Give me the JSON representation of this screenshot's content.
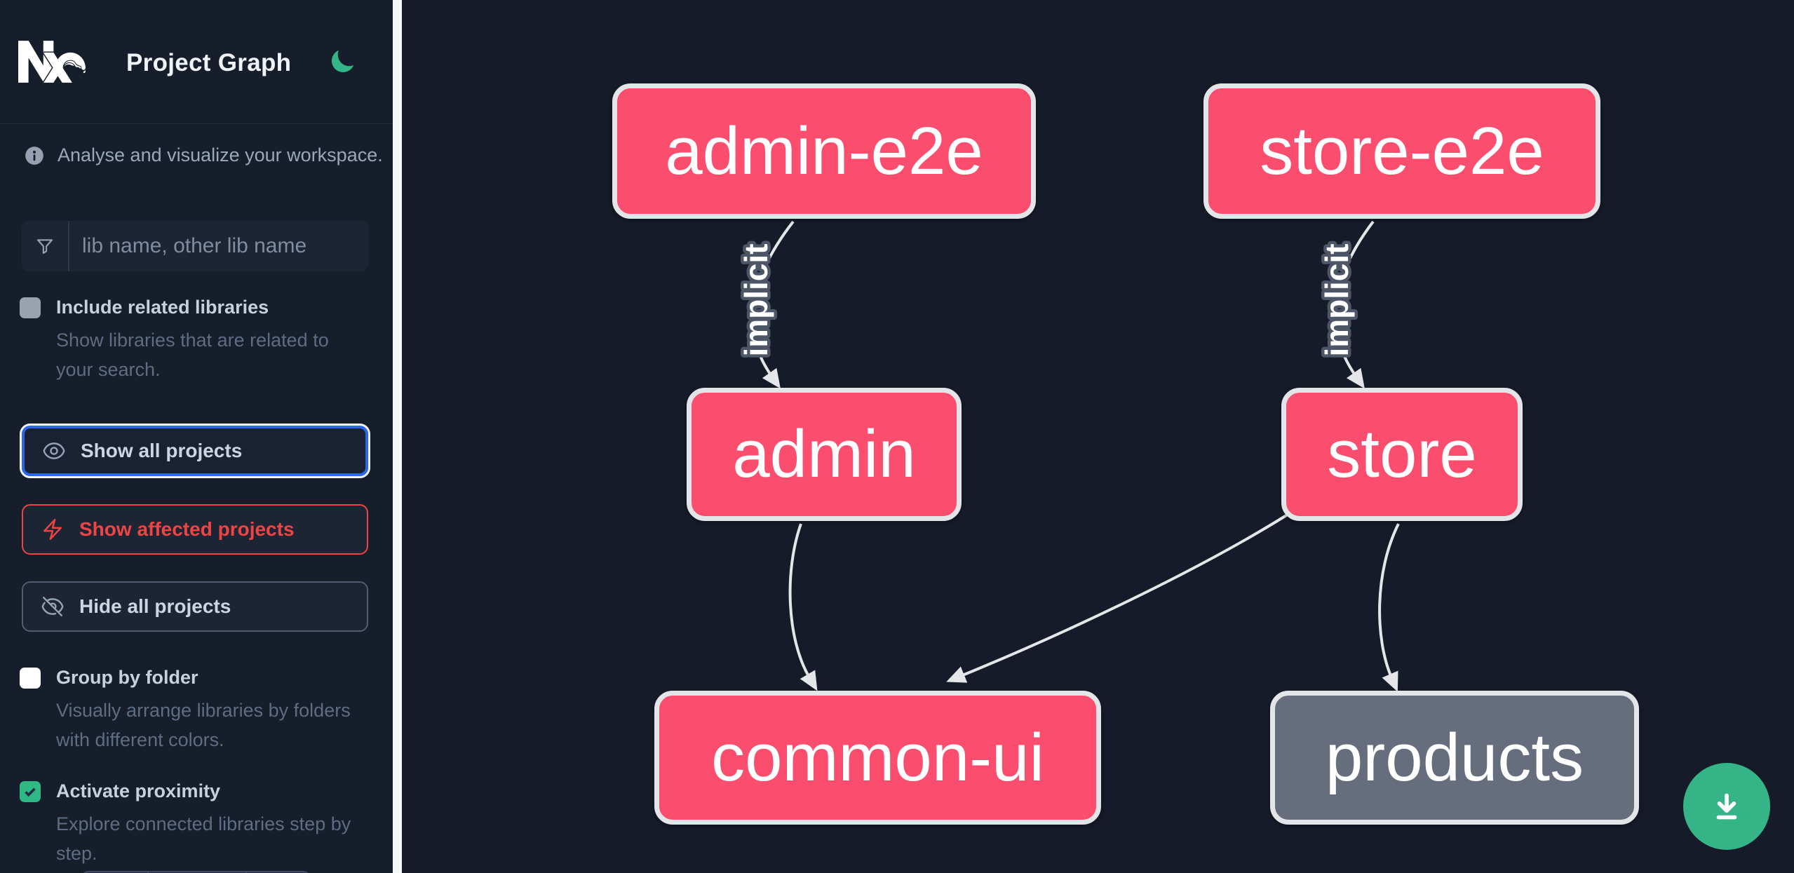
{
  "colors": {
    "accent_green": "#34b487",
    "node_pink": "#fb4e6e",
    "node_gray": "#666e7e",
    "focus_blue": "#2b67e8",
    "danger_red": "#ef4444",
    "edge_gray": "#e4e6e9",
    "sidebar_bg": "#161d2b",
    "canvas_bg": "#151b28"
  },
  "header": {
    "title": "Project Graph",
    "logo_icon": "nx-logo",
    "theme_toggle_icon": "moon-icon"
  },
  "sidebar": {
    "tagline": "Analyse and visualize your workspace.",
    "search": {
      "placeholder": "lib name, other lib name",
      "icon": "filter-icon",
      "value": ""
    },
    "options": [
      {
        "label": "Include related libraries",
        "description": "Show libraries that are related to your search.",
        "checked": false
      },
      {
        "label": "Group by folder",
        "description": "Visually arrange libraries by folders with different colors.",
        "checked": false
      },
      {
        "label": "Activate proximity",
        "description": "Explore connected libraries step by step.",
        "checked": true
      }
    ],
    "actions": [
      {
        "label": "Show all projects",
        "icon": "eye-icon",
        "state": "focused"
      },
      {
        "label": "Show affected projects",
        "icon": "bolt-icon",
        "state": "danger"
      },
      {
        "label": "Hide all projects",
        "icon": "eye-slash-icon",
        "state": "default"
      }
    ]
  },
  "graph": {
    "nodes": [
      {
        "label": "admin-e2e",
        "variant": "pink"
      },
      {
        "label": "store-e2e",
        "variant": "pink"
      },
      {
        "label": "admin",
        "variant": "pink"
      },
      {
        "label": "store",
        "variant": "pink"
      },
      {
        "label": "common-ui",
        "variant": "pink"
      },
      {
        "label": "products",
        "variant": "gray"
      }
    ],
    "edges": [
      {
        "from": "admin-e2e",
        "to": "admin",
        "label": "implicit"
      },
      {
        "from": "store-e2e",
        "to": "store",
        "label": "implicit"
      },
      {
        "from": "admin",
        "to": "common-ui",
        "label": ""
      },
      {
        "from": "store",
        "to": "common-ui",
        "label": ""
      },
      {
        "from": "store",
        "to": "products",
        "label": ""
      }
    ]
  },
  "fab": {
    "icon": "download-icon"
  }
}
